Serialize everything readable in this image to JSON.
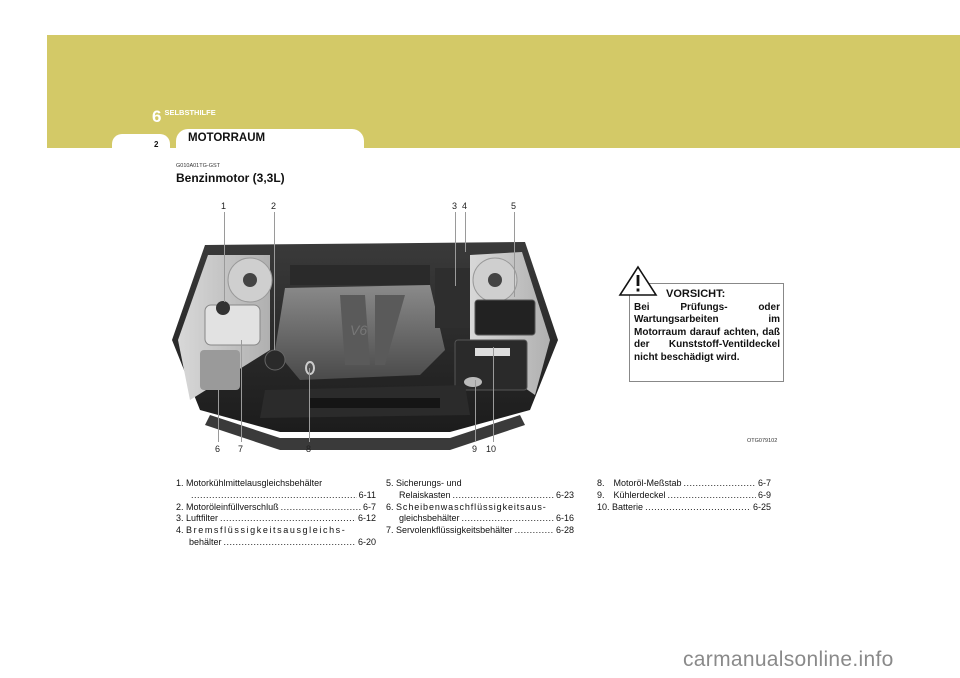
{
  "header": {
    "chapter_number": "6",
    "chapter_title": "SELBSTHILFE",
    "page_number": "2",
    "section_title": "MOTORRAUM",
    "band_color": "#d3c967"
  },
  "section": {
    "code": "G010A01TG-GST",
    "heading": "Benzinmotor (3,3L)"
  },
  "figure": {
    "image_code": "OTG079102",
    "callouts_top": [
      "1",
      "2",
      "3",
      "4",
      "5"
    ],
    "callouts_bottom": [
      "6",
      "7",
      "8",
      "9",
      "10"
    ]
  },
  "caution": {
    "icon": "warning-triangle-icon",
    "title": "VORSICHT:",
    "text": "Bei Prüfungs- oder Wartungsarbeiten im Motorraum darauf achten, daß der Kunststoff-Ventildeckel nicht beschädigt wird."
  },
  "legend": {
    "col1": [
      {
        "num": "1.",
        "label": "Motorkühlmittelausgleichsbehälter",
        "page": "6-11"
      },
      {
        "num": "2.",
        "label": "Motoröleinfüllverschluß",
        "page": "6-7"
      },
      {
        "num": "3.",
        "label": "Luftfilter",
        "page": "6-12"
      },
      {
        "num": "4.",
        "label": "Bremsflüssigkeitsausgleichs-",
        "label2": "behälter",
        "page": "6-20"
      }
    ],
    "col2": [
      {
        "num": "5.",
        "label": "Sicherungs- und",
        "label2": "Relaiskasten",
        "page": "6-23"
      },
      {
        "num": "6.",
        "label": "Scheibenwaschflüssigkeitsaus-",
        "label2": "gleichsbehälter",
        "page": "6-16"
      },
      {
        "num": "7.",
        "label": "Servolenkflüssigkeitsbehälter",
        "page": "6-28"
      }
    ],
    "col3": [
      {
        "num": "8.",
        "label": "Motoröl-Meßstab",
        "page": "6-7"
      },
      {
        "num": "9.",
        "label": "Kühlerdeckel",
        "page": "6-9"
      },
      {
        "num": "10.",
        "label": "Batterie",
        "page": "6-25"
      }
    ]
  },
  "footer": {
    "watermark": "carmanualsonline.info"
  }
}
